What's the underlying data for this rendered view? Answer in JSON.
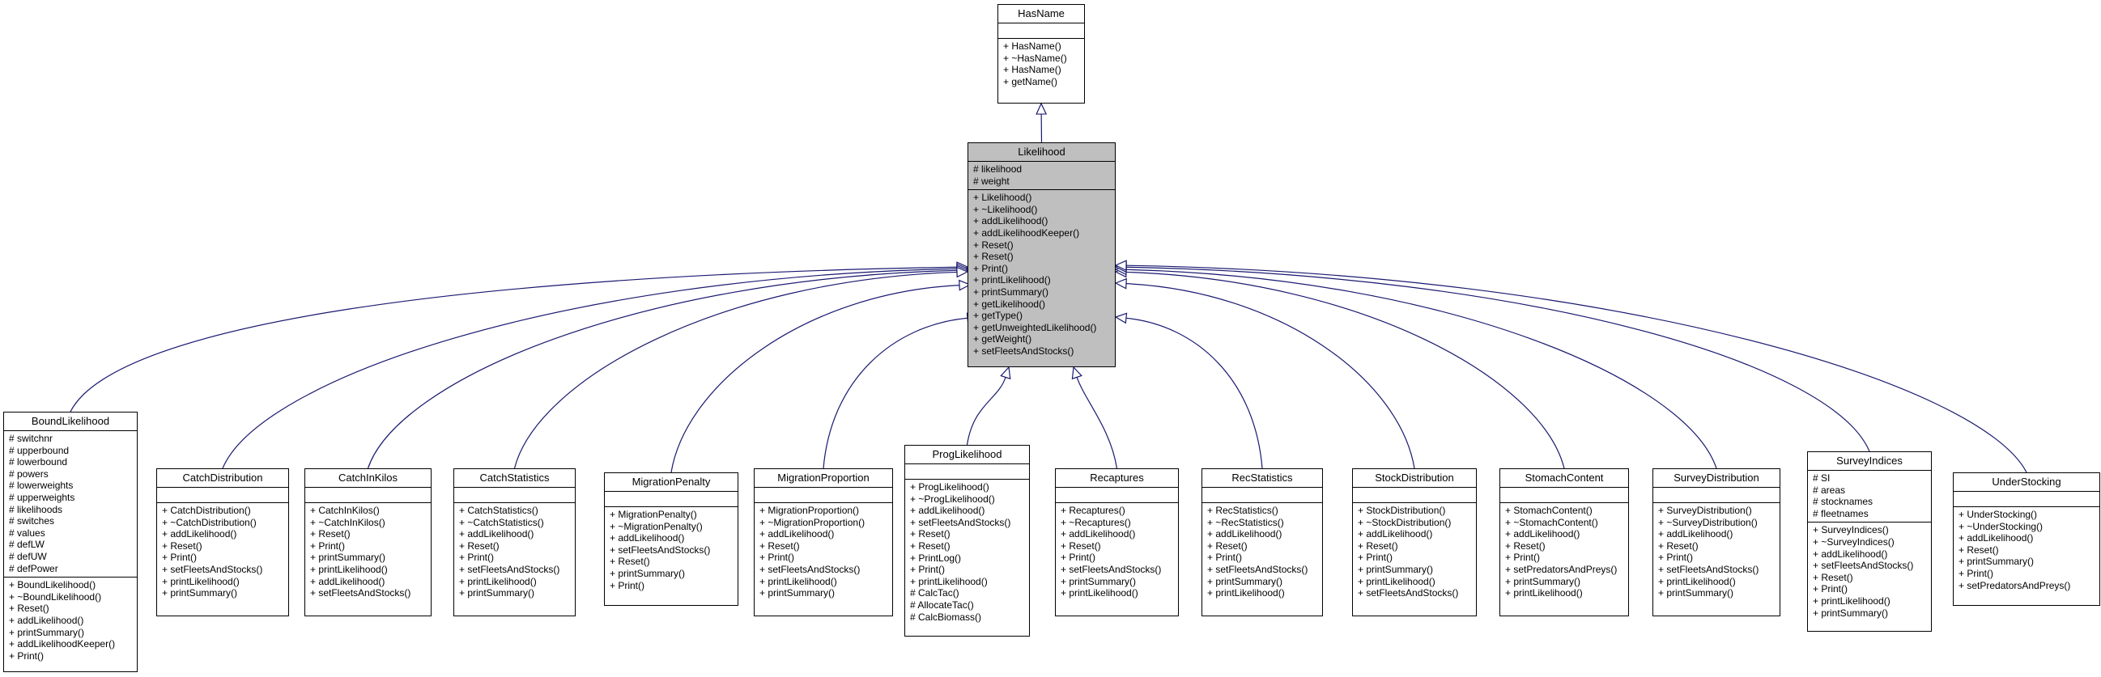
{
  "diagram": {
    "base": {
      "name": "HasName",
      "attributes": [],
      "operations": [
        "+ HasName()",
        "+ ~HasName()",
        "+ HasName()",
        "+ getName()"
      ]
    },
    "main": {
      "name": "Likelihood",
      "attributes": [
        "# likelihood",
        "# weight"
      ],
      "operations": [
        "+ Likelihood()",
        "+ ~Likelihood()",
        "+ addLikelihood()",
        "+ addLikelihoodKeeper()",
        "+ Reset()",
        "+ Reset()",
        "+ Print()",
        "+ printLikelihood()",
        "+ printSummary()",
        "+ getLikelihood()",
        "+ getType()",
        "+ getUnweightedLikelihood()",
        "+ getWeight()",
        "+ setFleetsAndStocks()"
      ]
    },
    "children": [
      {
        "name": "BoundLikelihood",
        "attributes": [
          "# switchnr",
          "# upperbound",
          "# lowerbound",
          "# powers",
          "# lowerweights",
          "# upperweights",
          "# likelihoods",
          "# switches",
          "# values",
          "# defLW",
          "# defUW",
          "# defPower"
        ],
        "operations": [
          "+ BoundLikelihood()",
          "+ ~BoundLikelihood()",
          "+ Reset()",
          "+ addLikelihood()",
          "+ printSummary()",
          "+ addLikelihoodKeeper()",
          "+ Print()"
        ]
      },
      {
        "name": "CatchDistribution",
        "attributes": [],
        "operations": [
          "+ CatchDistribution()",
          "+ ~CatchDistribution()",
          "+ addLikelihood()",
          "+ Reset()",
          "+ Print()",
          "+ setFleetsAndStocks()",
          "+ printLikelihood()",
          "+ printSummary()"
        ]
      },
      {
        "name": "CatchInKilos",
        "attributes": [],
        "operations": [
          "+ CatchInKilos()",
          "+ ~CatchInKilos()",
          "+ Reset()",
          "+ Print()",
          "+ printSummary()",
          "+ printLikelihood()",
          "+ addLikelihood()",
          "+ setFleetsAndStocks()"
        ]
      },
      {
        "name": "CatchStatistics",
        "attributes": [],
        "operations": [
          "+ CatchStatistics()",
          "+ ~CatchStatistics()",
          "+ addLikelihood()",
          "+ Reset()",
          "+ Print()",
          "+ setFleetsAndStocks()",
          "+ printLikelihood()",
          "+ printSummary()"
        ]
      },
      {
        "name": "MigrationPenalty",
        "attributes": [],
        "operations": [
          "+ MigrationPenalty()",
          "+ ~MigrationPenalty()",
          "+ addLikelihood()",
          "+ setFleetsAndStocks()",
          "+ Reset()",
          "+ printSummary()",
          "+ Print()"
        ]
      },
      {
        "name": "MigrationProportion",
        "attributes": [],
        "operations": [
          "+ MigrationProportion()",
          "+ ~MigrationProportion()",
          "+ addLikelihood()",
          "+ Reset()",
          "+ Print()",
          "+ setFleetsAndStocks()",
          "+ printLikelihood()",
          "+ printSummary()"
        ]
      },
      {
        "name": "ProgLikelihood",
        "attributes": [],
        "operations": [
          "+ ProgLikelihood()",
          "+ ~ProgLikelihood()",
          "+ addLikelihood()",
          "+ setFleetsAndStocks()",
          "+ Reset()",
          "+ Reset()",
          "+ PrintLog()",
          "+ Print()",
          "+ printLikelihood()",
          "# CalcTac()",
          "# AllocateTac()",
          "# CalcBiomass()"
        ]
      },
      {
        "name": "Recaptures",
        "attributes": [],
        "operations": [
          "+ Recaptures()",
          "+ ~Recaptures()",
          "+ addLikelihood()",
          "+ Reset()",
          "+ Print()",
          "+ setFleetsAndStocks()",
          "+ printSummary()",
          "+ printLikelihood()"
        ]
      },
      {
        "name": "RecStatistics",
        "attributes": [],
        "operations": [
          "+ RecStatistics()",
          "+ ~RecStatistics()",
          "+ addLikelihood()",
          "+ Reset()",
          "+ Print()",
          "+ setFleetsAndStocks()",
          "+ printSummary()",
          "+ printLikelihood()"
        ]
      },
      {
        "name": "StockDistribution",
        "attributes": [],
        "operations": [
          "+ StockDistribution()",
          "+ ~StockDistribution()",
          "+ addLikelihood()",
          "+ Reset()",
          "+ Print()",
          "+ printSummary()",
          "+ printLikelihood()",
          "+ setFleetsAndStocks()"
        ]
      },
      {
        "name": "StomachContent",
        "attributes": [],
        "operations": [
          "+ StomachContent()",
          "+ ~StomachContent()",
          "+ addLikelihood()",
          "+ Reset()",
          "+ Print()",
          "+ setPredatorsAndPreys()",
          "+ printSummary()",
          "+ printLikelihood()"
        ]
      },
      {
        "name": "SurveyDistribution",
        "attributes": [],
        "operations": [
          "+ SurveyDistribution()",
          "+ ~SurveyDistribution()",
          "+ addLikelihood()",
          "+ Reset()",
          "+ Print()",
          "+ setFleetsAndStocks()",
          "+ printLikelihood()",
          "+ printSummary()"
        ]
      },
      {
        "name": "SurveyIndices",
        "attributes": [
          "# SI",
          "# areas",
          "# stocknames",
          "# fleetnames"
        ],
        "operations": [
          "+ SurveyIndices()",
          "+ ~SurveyIndices()",
          "+ addLikelihood()",
          "+ setFleetsAndStocks()",
          "+ Reset()",
          "+ Print()",
          "+ printLikelihood()",
          "+ printSummary()"
        ]
      },
      {
        "name": "UnderStocking",
        "attributes": [],
        "operations": [
          "+ UnderStocking()",
          "+ ~UnderStocking()",
          "+ addLikelihood()",
          "+ Reset()",
          "+ printSummary()",
          "+ Print()",
          "+ setPredatorsAndPreys()"
        ]
      }
    ],
    "colors": {
      "edge": "#191970",
      "highlight": "#bfbfbf",
      "border": "#000000"
    }
  }
}
